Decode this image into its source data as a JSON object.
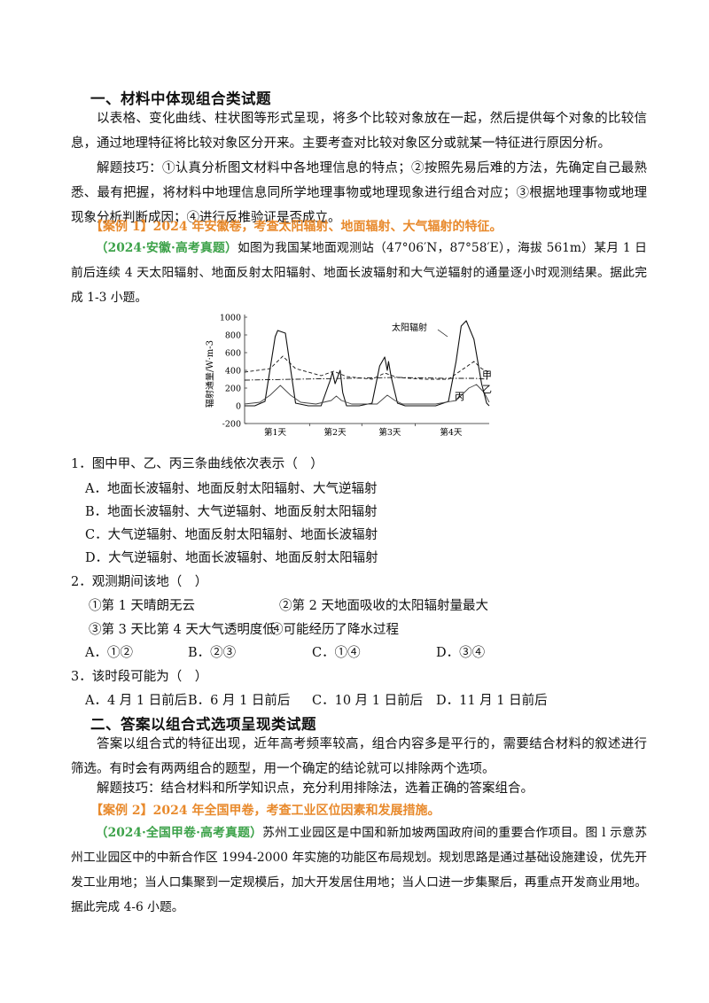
{
  "section1": {
    "title": "一、材料中体现组合类试题",
    "intro": "以表格、变化曲线、柱状图等形式呈现，将多个比较对象放在一起，然后提供每个对象的比较信息，通过地理特征将比较对象区分开来。主要考查对比较对象区分或就某一特征进行原因分析。",
    "tips": "解题技巧：①认真分析图文材料中各地理信息的特点；②按照先易后难的方法，先确定自己最熟悉、最有把握，将材料中地理信息同所学地理事物或地理现象进行组合对应；③根据地理事物或地理现象分析判断成因；④进行反推验证是否成立。",
    "case_label": "【案例 1】2024 年安徽卷，考查太阳辐射、地面辐射、大气辐射的特征。",
    "source": "（2024·安徽·高考真题）",
    "material": "如图为我国某地面观测站（47°06′N，87°58′E），海拔 561m）某月 1 日前后连续 4 天太阳辐射、地面反射太阳辐射、地面长波辐射和大气逆辐射的通量逐小时观测结果。据此完成 1-3 小题。"
  },
  "chart_data": {
    "type": "line",
    "ylabel": "辐射通量/W·m-3",
    "yticks": [
      "1000",
      "800",
      "600",
      "400",
      "200",
      "0",
      "-200"
    ],
    "ylim": [
      -200,
      1000
    ],
    "categories": [
      "第1天",
      "第2天",
      "第3天",
      "第4天"
    ],
    "annotations": [
      "太阳辐射",
      "甲",
      "乙",
      "丙"
    ],
    "series": [
      {
        "name": "太阳辐射",
        "style": "solid",
        "x": [
          0,
          0.4,
          0.8,
          1.2,
          1.3,
          1.6,
          2.0,
          2.5,
          3.0,
          3.35,
          3.45,
          3.55,
          3.75,
          3.85,
          4.0,
          4.5,
          5.0,
          5.3,
          5.5,
          5.6,
          5.65,
          5.75,
          6.0,
          6.3,
          6.5,
          7.0,
          7.5,
          8.0,
          8.3,
          8.5,
          8.7,
          9.0,
          9.3,
          9.5,
          9.6
        ],
        "y": [
          0,
          0,
          50,
          780,
          850,
          820,
          30,
          0,
          0,
          280,
          380,
          250,
          400,
          150,
          0,
          0,
          30,
          450,
          550,
          400,
          500,
          330,
          30,
          0,
          0,
          0,
          0,
          50,
          500,
          900,
          960,
          750,
          250,
          30,
          0
        ]
      },
      {
        "name": "甲",
        "style": "dashed",
        "x": [
          0,
          1.0,
          1.5,
          2.0,
          3.0,
          3.5,
          4.0,
          5.0,
          5.5,
          6.0,
          7.0,
          8.0,
          9.0,
          9.3,
          9.6
        ],
        "y": [
          380,
          420,
          560,
          420,
          340,
          390,
          330,
          300,
          370,
          320,
          300,
          300,
          500,
          420,
          380
        ]
      },
      {
        "name": "乙",
        "style": "dashdot",
        "x": [
          0,
          2.0,
          4.0,
          6.0,
          8.0,
          9.0,
          9.6
        ],
        "y": [
          290,
          300,
          310,
          320,
          310,
          310,
          300
        ]
      },
      {
        "name": "丙",
        "style": "solid",
        "x": [
          0,
          0.6,
          1.0,
          1.4,
          1.8,
          2.2,
          2.8,
          3.4,
          3.6,
          3.8,
          4.2,
          5.2,
          5.6,
          5.9,
          6.2,
          7.5,
          8.3,
          8.8,
          9.1,
          9.4,
          9.6
        ],
        "y": [
          20,
          40,
          120,
          230,
          120,
          40,
          20,
          60,
          110,
          60,
          20,
          20,
          120,
          60,
          20,
          20,
          60,
          200,
          240,
          150,
          40
        ]
      }
    ]
  },
  "questions": [
    {
      "stem": "1．图中甲、乙、丙三条曲线依次表示（　）",
      "options": [
        "A．地面长波辐射、地面反射太阳辐射、大气逆辐射",
        "B．地面长波辐射、大气逆辐射、地面反射太阳辐射",
        "C．大气逆辐射、地面反射太阳辐射、地面长波辐射",
        "D．大气逆辐射、地面长波辐射、地面反射太阳辐射"
      ]
    },
    {
      "stem": "2．观测期间该地（　）",
      "statements": [
        "①第 1 天晴朗无云",
        "②第 2 天地面吸收的太阳辐射量最大",
        "③第 3 天比第 4 天大气透明度低",
        "④可能经历了降水过程"
      ],
      "options": [
        "A．①②",
        "B．②③",
        "C．①④",
        "D．③④"
      ]
    },
    {
      "stem": "3．该时段可能为（　）",
      "options": [
        "A．4 月 1 日前后",
        "B．6 月 1 日前后",
        "C．10 月 1 日前后",
        "D．11 月 1 日前后"
      ]
    }
  ],
  "section2": {
    "title": "二、答案以组合式选项呈现类试题",
    "intro": "答案以组合式的特征出现，近年高考频率较高，组合内容多是平行的，需要结合材料的叙述进行筛选。有时会有两两组合的题型，用一个确定的结论就可以排除两个选项。",
    "tips": "解题技巧：结合材料和所学知识点，充分利用排除法，选着正确的答案组合。",
    "case_label": "【案例 2】2024 年全国甲卷，考查工业区位因素和发展措施。",
    "source": "（2024·全国甲卷·高考真题）",
    "material": "苏州工业园区是中国和新加坡两国政府间的重要合作项目。图 l 示意苏州工业园区中的中新合作区 1994-2000 年实施的功能区布局规划。规划思路是通过基础设施建设，优先开发工业用地；当人口集聚到一定规模后，加大开发居住用地；当人口进一步集聚后，再重点开发商业用地。据此完成 4-6 小题。"
  }
}
